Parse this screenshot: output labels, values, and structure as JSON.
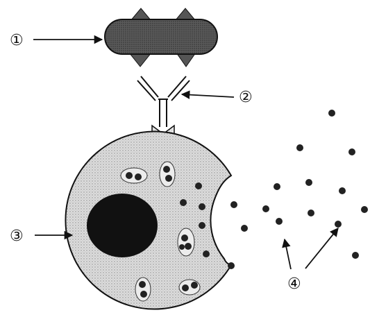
{
  "labels": {
    "l1": "①",
    "l2": "②",
    "l3": "③",
    "l4": "④"
  },
  "colors": {
    "ink": "#111111",
    "cell_fill": "#d6d6d6",
    "pathogen_fill": "#4a4a4a",
    "nucleus_fill": "#111111",
    "granule_fill": "#222222",
    "receptor_fill": "#dedede",
    "background": "#ffffff"
  }
}
